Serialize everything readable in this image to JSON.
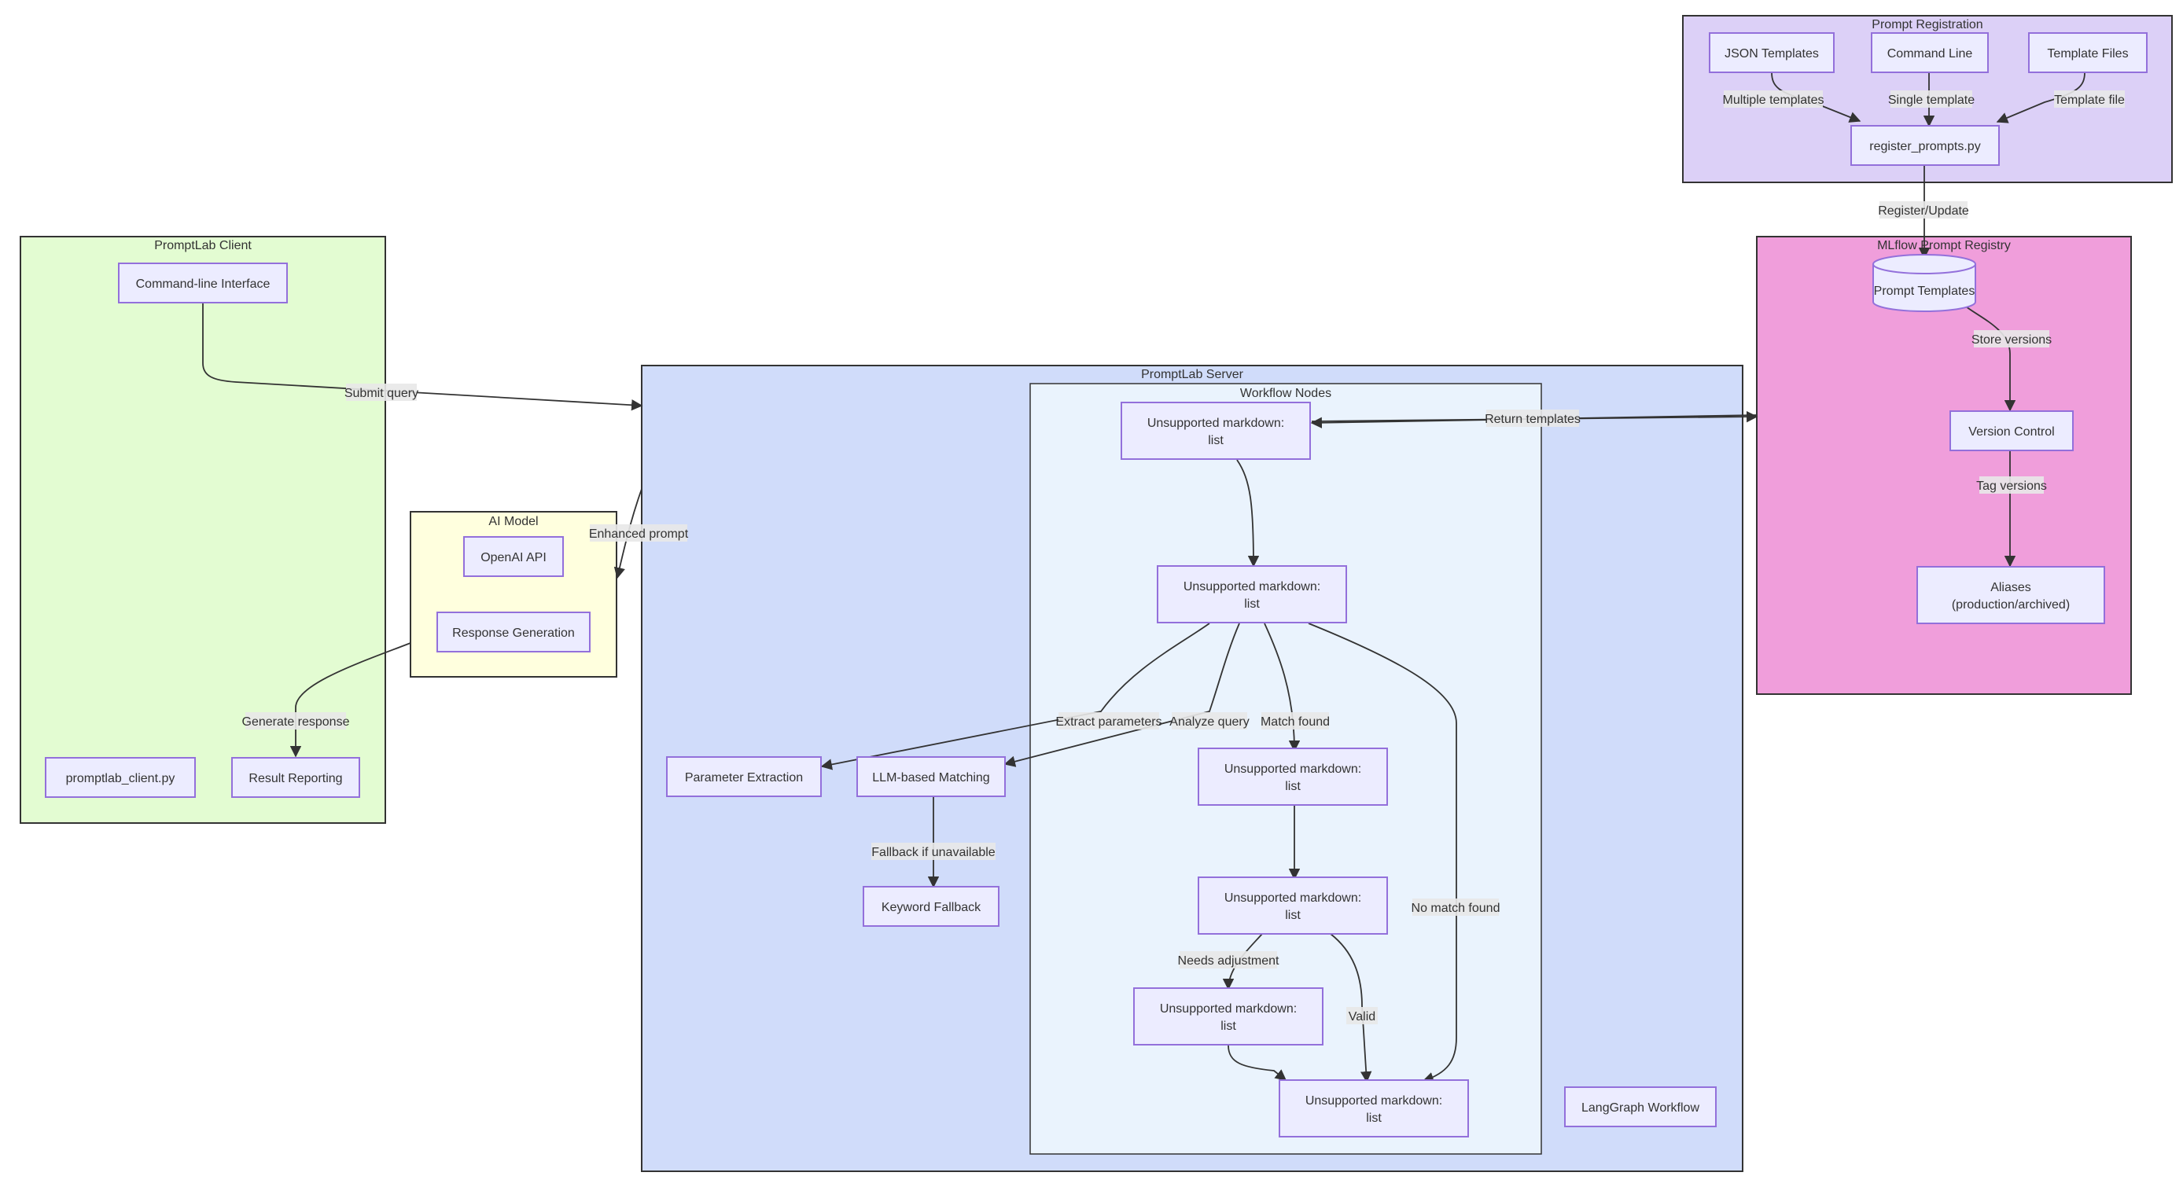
{
  "colors": {
    "node_fill": "#ECECFF",
    "node_stroke": "#9370DB",
    "edge": "#333333",
    "client_fill": "#E3FCD2",
    "ai_fill": "#FFFFDE",
    "server_fill": "#D0DCFA",
    "workflow_fill": "#EAF3FD",
    "registration_fill": "#DCD0F7",
    "registry_fill": "#F09EDB",
    "cluster_stroke": "#333333"
  },
  "clusters": {
    "registration": "Prompt Registration",
    "registry": "MLflow Prompt Registry",
    "client": "PromptLab Client",
    "ai": "AI Model",
    "server": "PromptLab Server",
    "workflow": "Workflow Nodes"
  },
  "nodes": {
    "json_templates": "JSON Templates",
    "command_line": "Command Line",
    "template_files": "Template Files",
    "register_prompts": "register_prompts.py",
    "prompt_templates": "Prompt Templates",
    "version_control": "Version Control",
    "aliases_line1": "Aliases",
    "aliases_line2": "(production/archived)",
    "cli": "Command-line Interface",
    "openai_api": "OpenAI API",
    "response_generation": "Response Generation",
    "client_py": "promptlab_client.py",
    "result_reporting": "Result Reporting",
    "wf_line1": "Unsupported markdown:",
    "wf_line2": "list",
    "parameter_extraction": "Parameter Extraction",
    "llm_matching": "LLM-based Matching",
    "keyword_fallback": "Keyword Fallback",
    "langgraph_workflow": "LangGraph Workflow"
  },
  "edge_labels": {
    "multiple_templates": "Multiple templates",
    "single_template": "Single template",
    "template_file": "Template file",
    "register_update": "Register/Update",
    "store_versions": "Store versions",
    "tag_versions": "Tag versions",
    "submit_query": "Submit query",
    "return_templates": "Return templates",
    "enhanced_prompt": "Enhanced prompt",
    "generate_response": "Generate response",
    "extract_parameters": "Extract parameters",
    "analyze_query": "Analyze query",
    "match_found": "Match found",
    "no_match_found": "No match found",
    "fallback": "Fallback if unavailable",
    "needs_adjustment": "Needs adjustment",
    "valid": "Valid"
  }
}
